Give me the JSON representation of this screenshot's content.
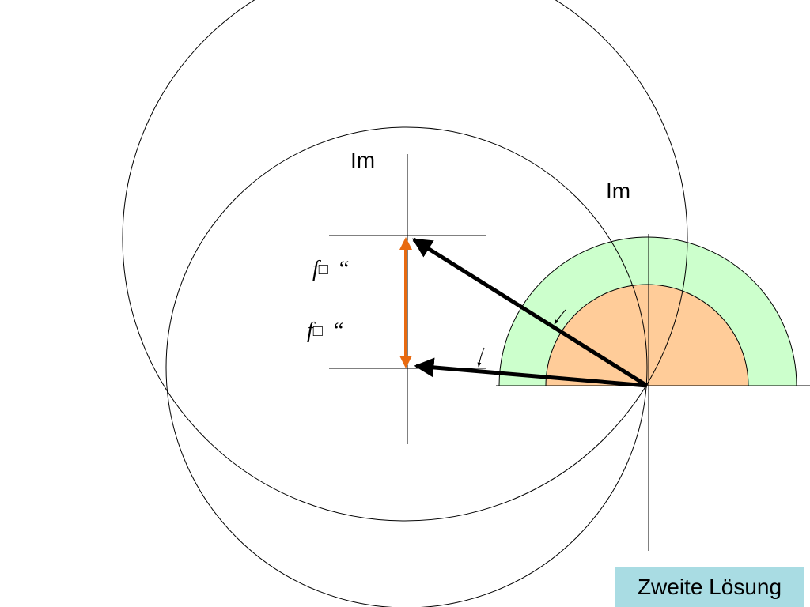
{
  "diagram": {
    "im_label_left": "Im",
    "im_label_right": "Im",
    "vector_label_upper": {
      "symbol": "f",
      "placeholder": "□",
      "quote": "“"
    },
    "vector_label_lower": {
      "symbol": "f",
      "placeholder": "□",
      "quote": "“"
    }
  },
  "badge": {
    "text": "Zweite Lösung"
  },
  "colors": {
    "outer_ring": "#ccffcc",
    "inner_ring": "#ffcc99",
    "difference_arrow": "#e86a10",
    "vectors": "#000000",
    "lines": "#000000",
    "badge_background": "#a9dce3"
  }
}
